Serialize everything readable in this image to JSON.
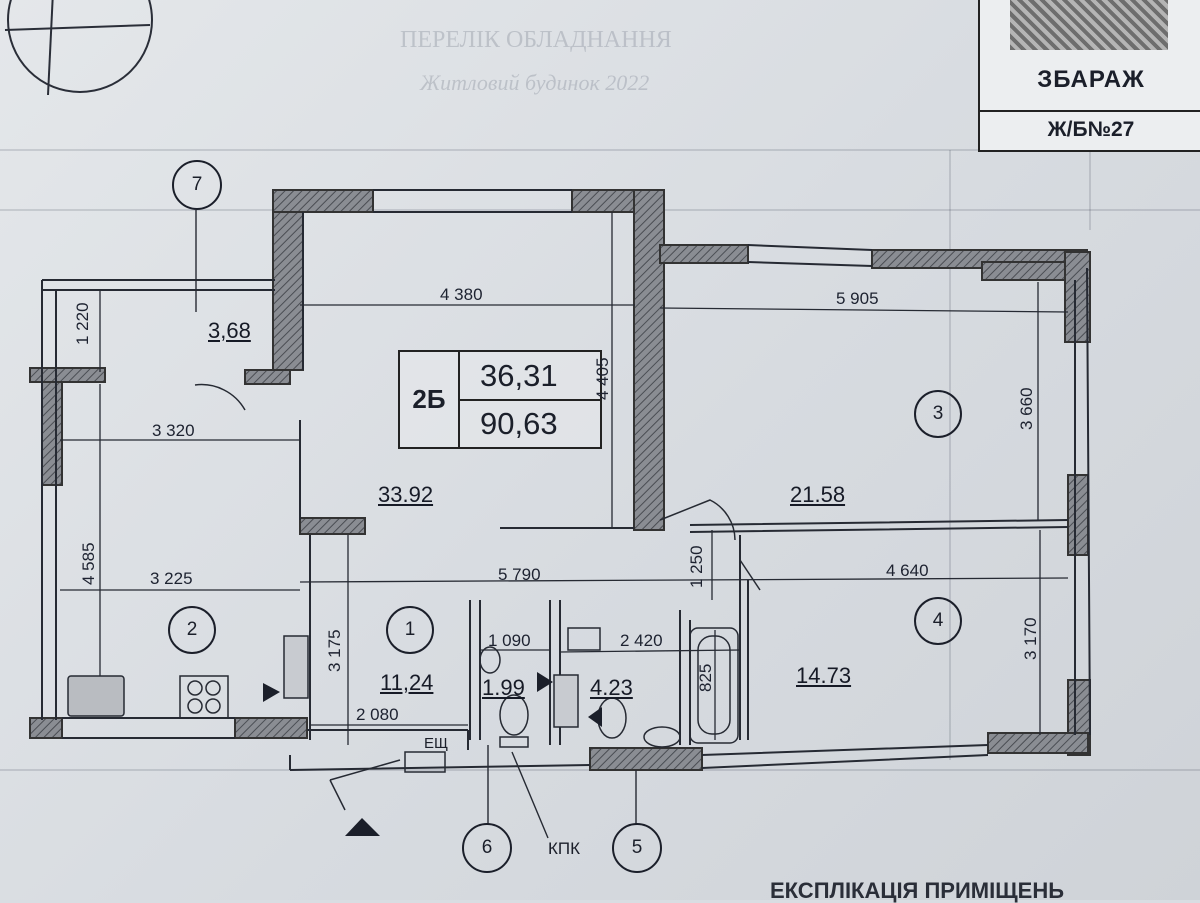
{
  "stamp": {
    "city": "ЗБАРАЖ",
    "building": "Ж/Б№27"
  },
  "header_faint": {
    "line1": "ПЕРЕЛІК ОБЛАДНАННЯ",
    "line2": "Житловий будинок 2022"
  },
  "unit": {
    "type": "2Б",
    "living_area": "36,31",
    "total_area": "90,63"
  },
  "room_numbers": [
    "1",
    "2",
    "3",
    "4",
    "5",
    "6",
    "7"
  ],
  "room_areas": {
    "balcony": "3,68",
    "kitchen_living": "33.92",
    "hall": "11,24",
    "wc": "1.99",
    "bathroom": "4.23",
    "bedroom_big": "21.58",
    "bedroom_small": "14.73"
  },
  "dimensions": {
    "d4380": "4 380",
    "d5905": "5 905",
    "d1220": "1 220",
    "d4405": "4 405",
    "d3320": "3 320",
    "d3660": "3 660",
    "d4585": "4 585",
    "d3225": "3 225",
    "d5790": "5 790",
    "d1250": "1 250",
    "d4640": "4 640",
    "d3175": "3 175",
    "d1090": "1 090",
    "d2420": "2 420",
    "d825": "825",
    "d3170": "3 170",
    "d2080": "2 080"
  },
  "labels": {
    "esch": "ЕЩ",
    "kpk": "КПК"
  },
  "footer_faint": "ЕКСПЛІКАЦІЯ ПРИМІЩЕНЬ",
  "colors": {
    "wall": "#6c6f75",
    "ink": "#1b1f2a",
    "paper": "#dfe2e6"
  }
}
